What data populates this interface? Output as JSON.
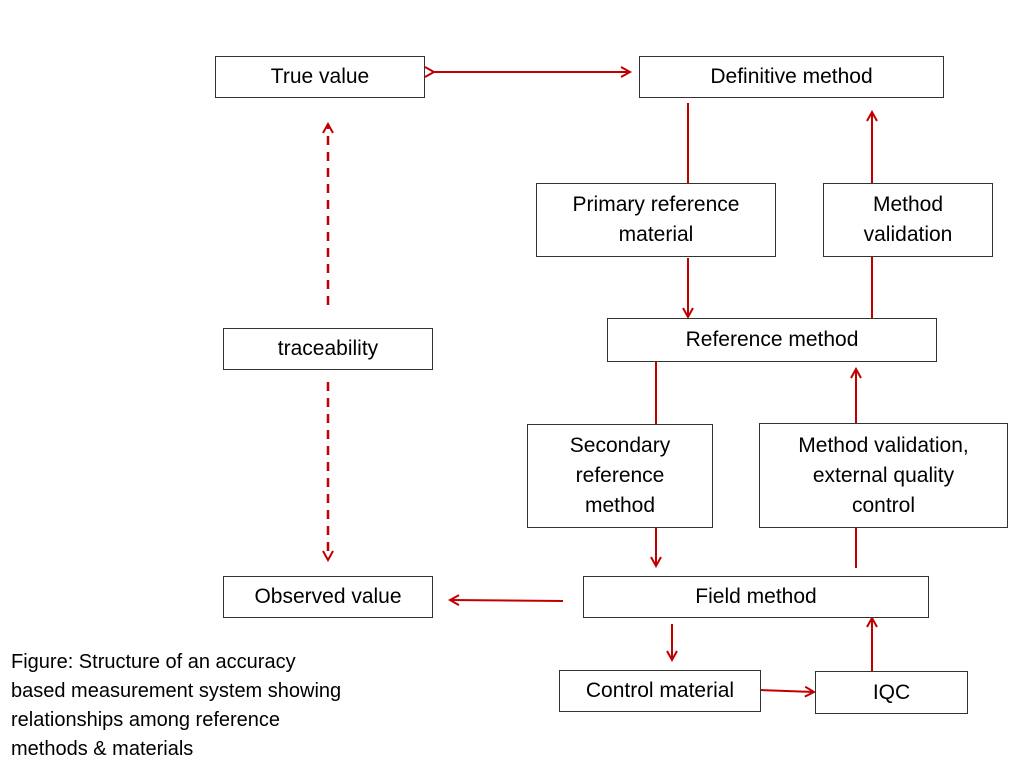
{
  "colors": {
    "arrow": "#c00000",
    "box_border": "#333333",
    "text": "#000000",
    "background": "#ffffff"
  },
  "boxes": {
    "true_value": "True value",
    "definitive_method": "Definitive method",
    "primary_reference_material": "Primary reference\nmaterial",
    "method_validation": "Method\nvalidation",
    "reference_method": "Reference method",
    "traceability": "traceability",
    "secondary_reference_method": "Secondary\nreference\nmethod",
    "method_validation_eqc": "Method validation,\nexternal quality\ncontrol",
    "observed_value": "Observed value",
    "field_method": "Field method",
    "control_material": "Control material",
    "iqc": "IQC"
  },
  "caption": "Figure: Structure of an accuracy\nbased measurement system showing\nrelationships among reference\nmethods & materials"
}
